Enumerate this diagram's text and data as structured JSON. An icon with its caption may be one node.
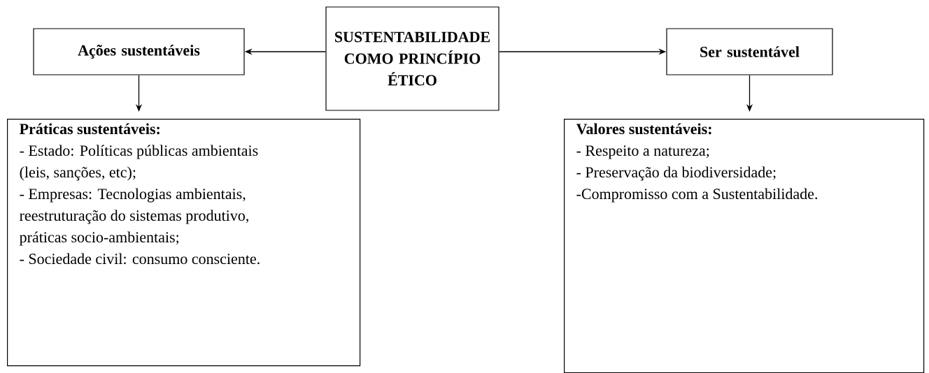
{
  "diagram": {
    "nodes": [
      {
        "text": [
          "SUSTENTABILIDADE COMO PRINCÍPIO ÉTICO"
        ]
      },
      {
        "text": [
          "Ações sustentáveis"
        ]
      },
      {
        "text": [
          "Ser sustentável"
        ]
      },
      {
        "text": [
          "Práticas sustentáveis:",
          "- Estado: Políticas públicas ambientais (leis, sanções, etc);",
          "- Empresas: Tecnologias ambientais, reestruturação do sistemas produtivo, práticas socio-ambientais;",
          "- Sociedade civil: consumo consciente."
        ]
      },
      {
        "text": [
          "Valores sustentáveis:",
          "- Respeito a natureza;",
          "- Preservação da biodiversidade;",
          "-Compromisso com a Sustentabilidade."
        ]
      }
    ],
    "edges": [
      {
        "from": 0,
        "to": 1,
        "arrow": "to"
      },
      {
        "from": 0,
        "to": 2,
        "arrow": "to"
      },
      {
        "from": 1,
        "to": 3,
        "arrow": "to"
      },
      {
        "from": 2,
        "to": 4,
        "arrow": "to"
      }
    ]
  }
}
